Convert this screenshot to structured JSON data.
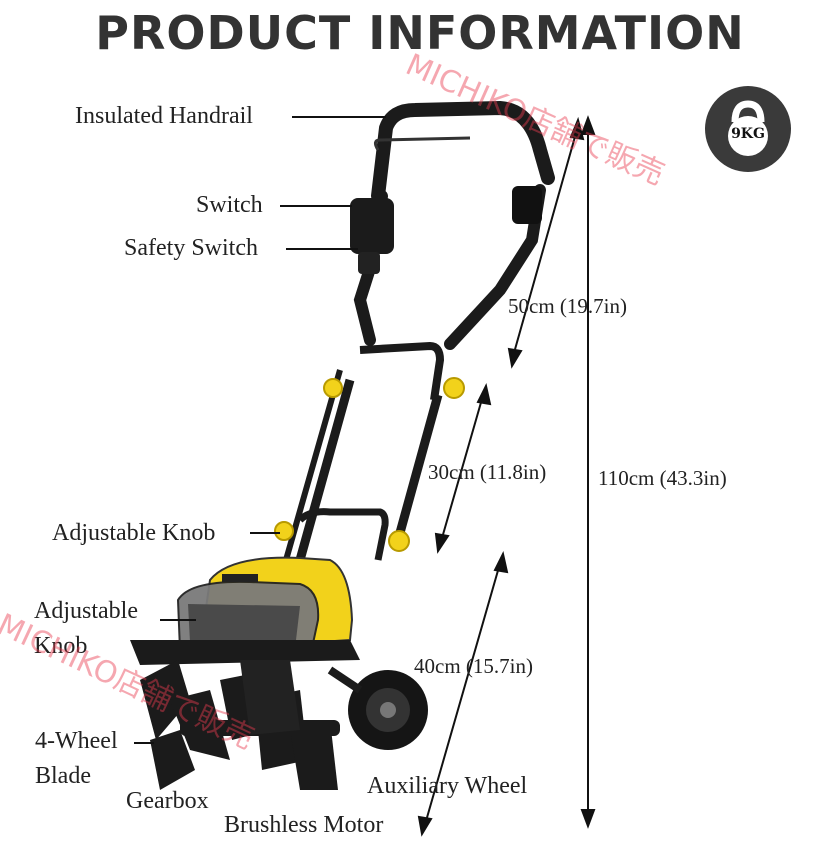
{
  "header": {
    "title": "PRODUCT INFORMATION"
  },
  "weight_badge": {
    "label": "9KG"
  },
  "labels": {
    "insulated_handrail": "Insulated Handrail",
    "switch": "Switch",
    "safety_switch": "Safety Switch",
    "adjustable_knob_1": "Adjustable Knob",
    "adjustable_knob_2_line1": "Adjustable",
    "adjustable_knob_2_line2": "Knob",
    "four_wheel_blade_line1": "4-Wheel",
    "four_wheel_blade_line2": "Blade",
    "gearbox": "Gearbox",
    "brushless_motor": "Brushless Motor",
    "auxiliary_wheel": "Auxiliary Wheel"
  },
  "dimensions": {
    "upper": "50cm (19.7in)",
    "middle": "30cm (11.8in)",
    "lower": "40cm (15.7in)",
    "total": "110cm (43.3in)"
  },
  "watermark": {
    "text": "MICHIKO店舗で販売"
  },
  "colors": {
    "accent_yellow": "#f2d21b",
    "frame_black": "#1b1b1b",
    "watermark": "#e83c50"
  }
}
